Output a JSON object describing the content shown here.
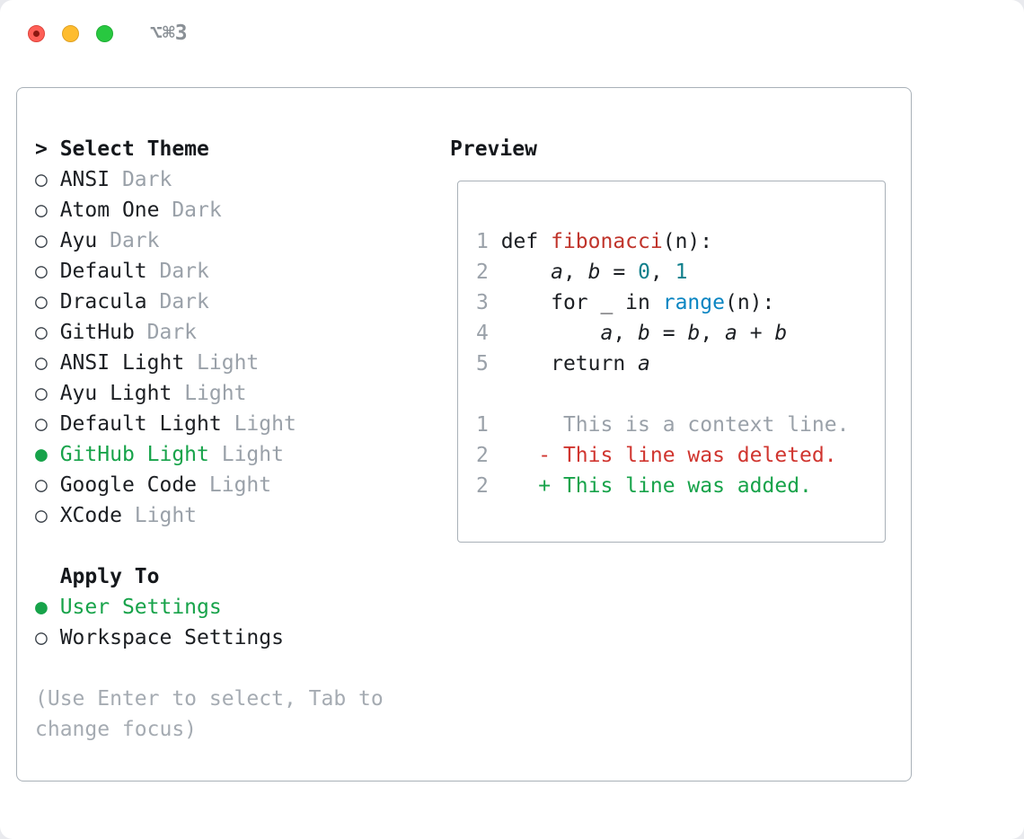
{
  "window": {
    "title": "⌥⌘3"
  },
  "traffic_lights": [
    {
      "name": "close",
      "color": "#ff5f57"
    },
    {
      "name": "minimize",
      "color": "#febc2e"
    },
    {
      "name": "zoom",
      "color": "#28c840"
    }
  ],
  "theme_selector": {
    "prompt": "> ",
    "title": "Select Theme",
    "glyphs": {
      "radio": "○ ",
      "radio_selected": "● "
    },
    "items": [
      {
        "name": "ANSI",
        "variant": "Dark",
        "selected": false
      },
      {
        "name": "Atom One",
        "variant": "Dark",
        "selected": false
      },
      {
        "name": "Ayu",
        "variant": "Dark",
        "selected": false
      },
      {
        "name": "Default",
        "variant": "Dark",
        "selected": false
      },
      {
        "name": "Dracula",
        "variant": "Dark",
        "selected": false
      },
      {
        "name": "GitHub",
        "variant": "Dark",
        "selected": false
      },
      {
        "name": "ANSI Light",
        "variant": "Light",
        "selected": false
      },
      {
        "name": "Ayu Light",
        "variant": "Light",
        "selected": false
      },
      {
        "name": "Default Light",
        "variant": "Light",
        "selected": false
      },
      {
        "name": "GitHub Light",
        "variant": "Light",
        "selected": true
      },
      {
        "name": "Google Code",
        "variant": "Light",
        "selected": false
      },
      {
        "name": "XCode",
        "variant": "Light",
        "selected": false
      }
    ],
    "apply_to": {
      "title": "Apply To",
      "options": [
        {
          "label": "User Settings",
          "selected": true
        },
        {
          "label": "Workspace Settings",
          "selected": false
        }
      ]
    },
    "help_lines": [
      "(Use Enter to select, Tab to",
      "change focus)"
    ]
  },
  "preview": {
    "title": "Preview",
    "lines": [
      {
        "num": "1",
        "segments": [
          {
            "t": "def ",
            "c": "plain"
          },
          {
            "t": "fibonacci",
            "c": "func"
          },
          {
            "t": "(n):",
            "c": "plain"
          }
        ]
      },
      {
        "num": "2",
        "segments": [
          {
            "t": "    ",
            "c": "plain"
          },
          {
            "t": "a",
            "c": "var"
          },
          {
            "t": ", ",
            "c": "plain"
          },
          {
            "t": "b",
            "c": "var"
          },
          {
            "t": " = ",
            "c": "plain"
          },
          {
            "t": "0",
            "c": "number"
          },
          {
            "t": ", ",
            "c": "plain"
          },
          {
            "t": "1",
            "c": "number"
          }
        ]
      },
      {
        "num": "3",
        "segments": [
          {
            "t": "    for _ in ",
            "c": "plain"
          },
          {
            "t": "range",
            "c": "builtin"
          },
          {
            "t": "(n):",
            "c": "plain"
          }
        ]
      },
      {
        "num": "4",
        "segments": [
          {
            "t": "        ",
            "c": "plain"
          },
          {
            "t": "a",
            "c": "var"
          },
          {
            "t": ", ",
            "c": "plain"
          },
          {
            "t": "b",
            "c": "var"
          },
          {
            "t": " = ",
            "c": "plain"
          },
          {
            "t": "b",
            "c": "var"
          },
          {
            "t": ", ",
            "c": "plain"
          },
          {
            "t": "a",
            "c": "var"
          },
          {
            "t": " + ",
            "c": "plain"
          },
          {
            "t": "b",
            "c": "var"
          }
        ]
      },
      {
        "num": "5",
        "segments": [
          {
            "t": "    return ",
            "c": "plain"
          },
          {
            "t": "a",
            "c": "var"
          }
        ]
      },
      {
        "num": "",
        "segments": []
      },
      {
        "num": "1",
        "segments": [
          {
            "t": "     This is a context line.",
            "c": "context"
          }
        ]
      },
      {
        "num": "2",
        "segments": [
          {
            "t": "   - This line was deleted.",
            "c": "deleted"
          }
        ]
      },
      {
        "num": "2",
        "segments": [
          {
            "t": "   + This line was added.",
            "c": "added"
          }
        ]
      }
    ]
  },
  "colors": {
    "text": "#1c1f23",
    "muted": "#9aa1a9",
    "selected_green": "#17a34a",
    "added_green": "#17a34a",
    "deleted_red": "#d0352f",
    "function_red": "#c0342b",
    "number_teal": "#0f7f8b",
    "builtin_blue": "#0a85c2",
    "panel_border": "#a9b1b8",
    "traffic_red": "#ff5f57",
    "traffic_yellow": "#febc2e",
    "traffic_green": "#28c840"
  }
}
